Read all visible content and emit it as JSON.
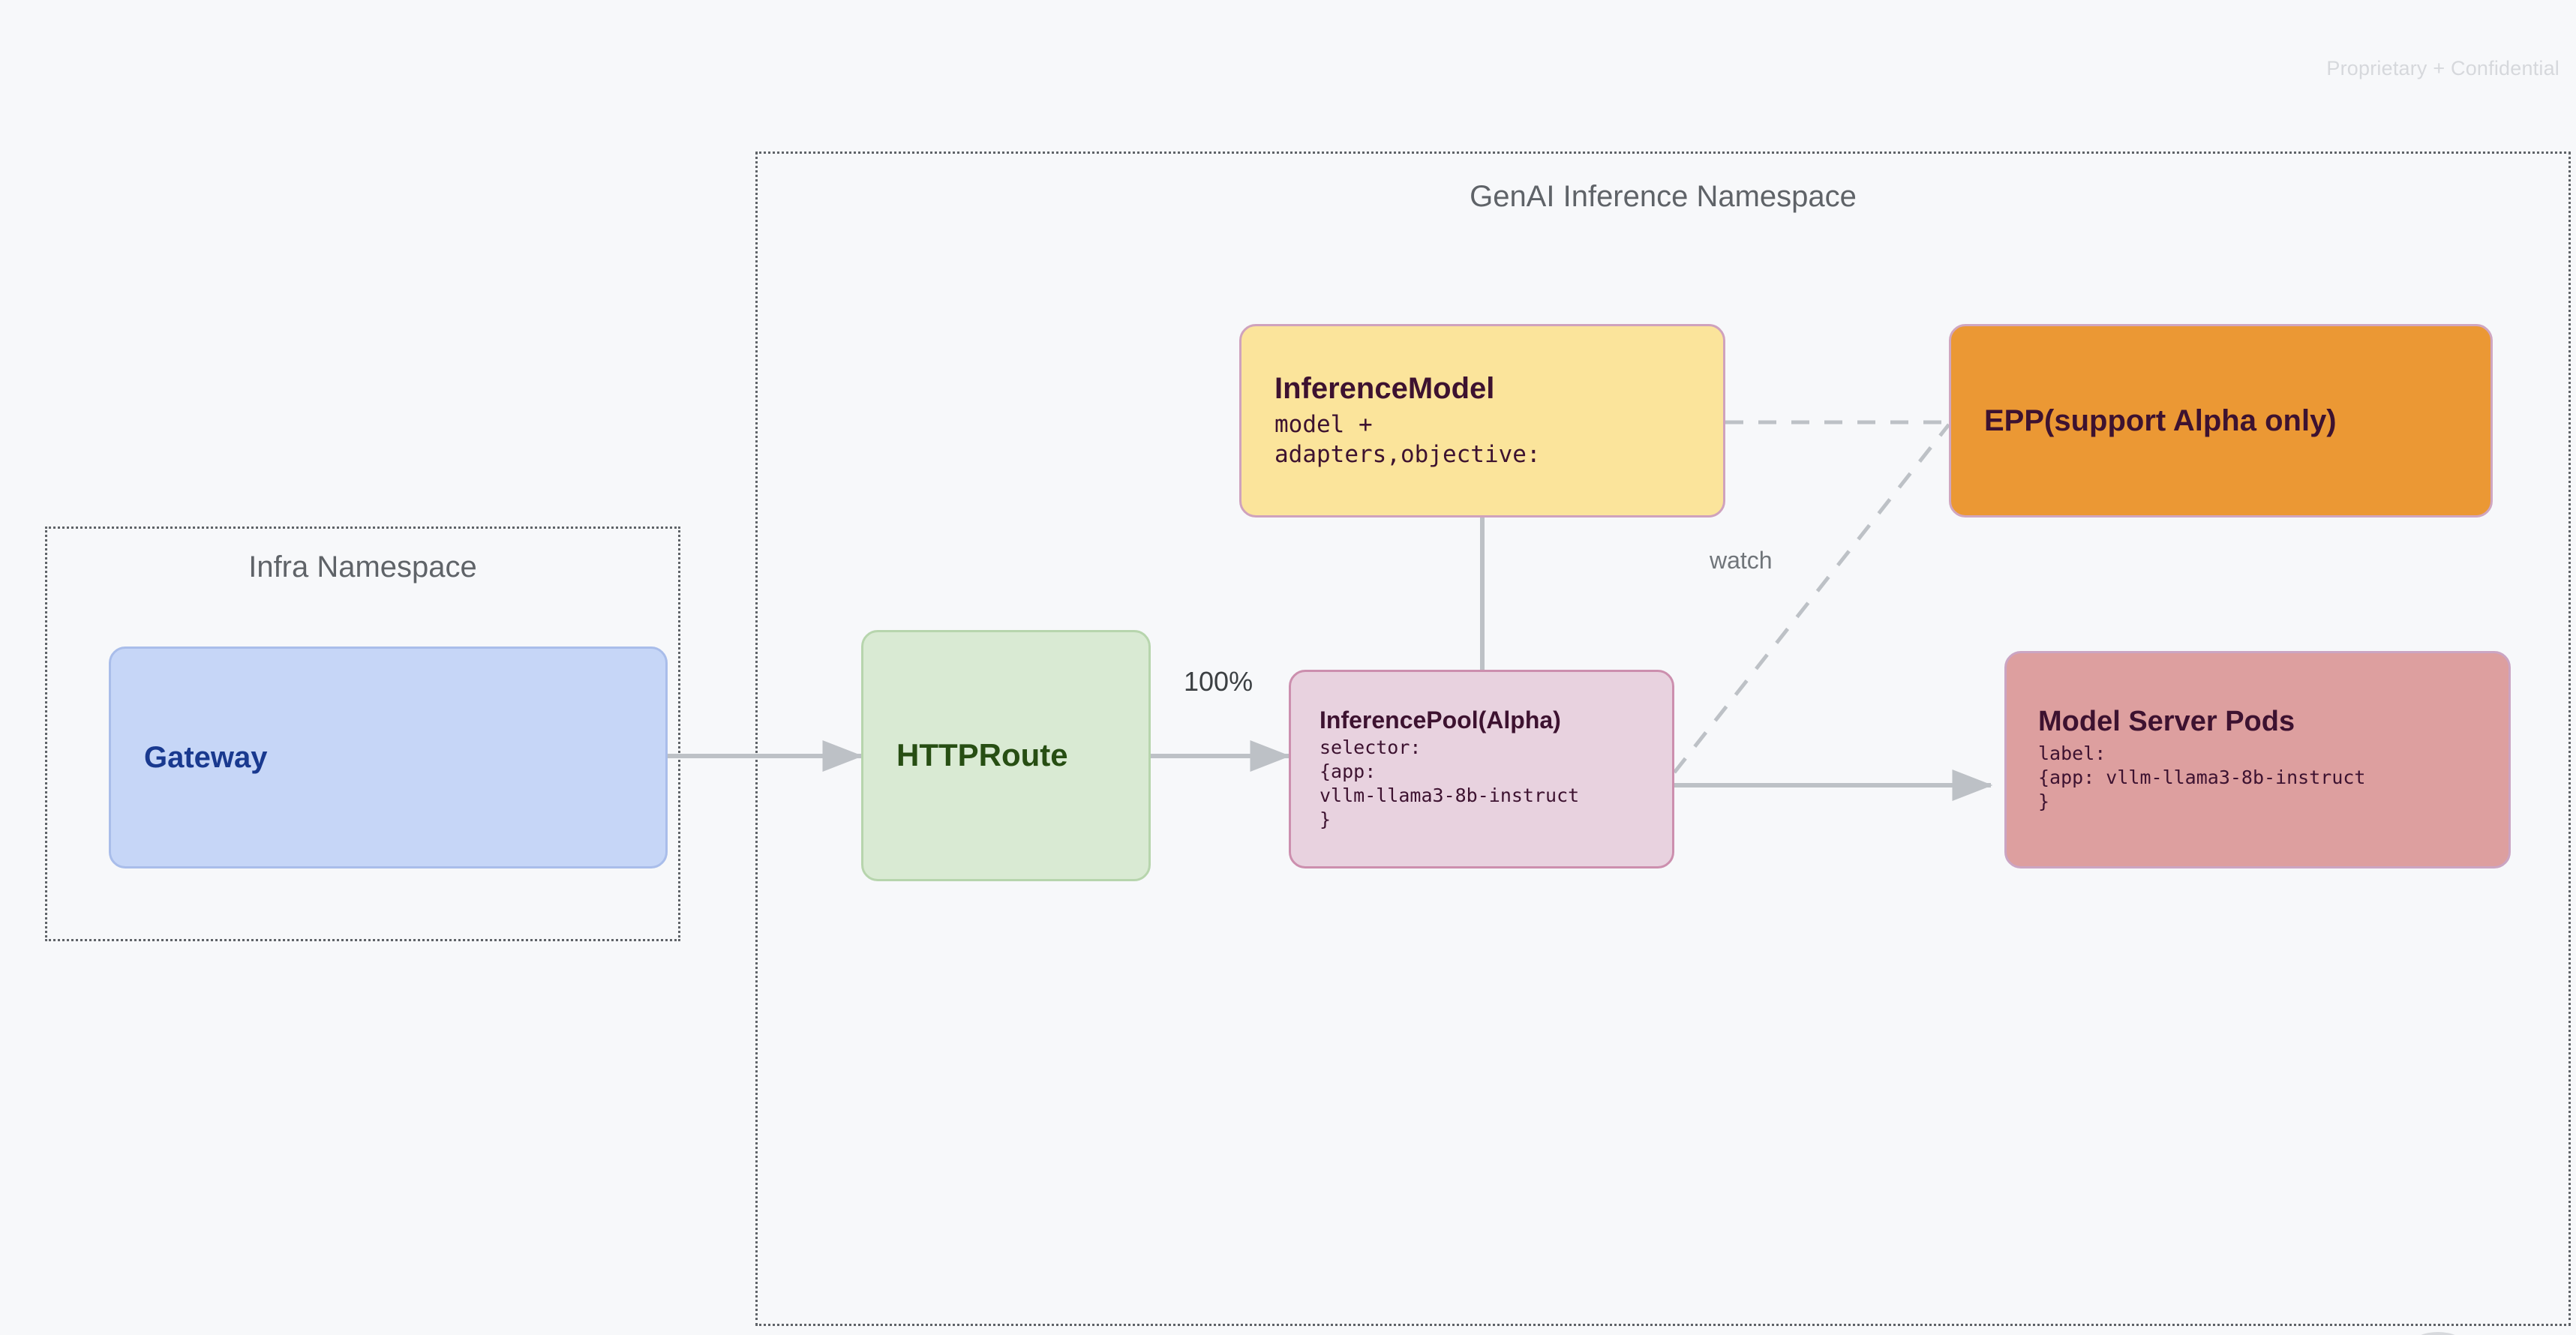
{
  "page": {
    "watermark": "Proprietary + Confidential",
    "background_color": "#f7f8fa"
  },
  "namespaces": [
    {
      "id": "infra",
      "title": "Infra Namespace",
      "border_style": "dotted",
      "border_color": "#5f6368"
    },
    {
      "id": "genai",
      "title": "GenAI Inference Namespace",
      "border_style": "dotted",
      "border_color": "#5f6368"
    }
  ],
  "nodes": {
    "gateway": {
      "title": "Gateway",
      "fill": "#c6d6f7",
      "stroke": "#a9bdea",
      "text_color": "#19398f"
    },
    "httproute": {
      "title": "HTTPRoute",
      "fill": "#d9ead3",
      "stroke": "#b7d5ad",
      "text_color": "#274e13"
    },
    "inferencemodel": {
      "title": "InferenceModel",
      "body_line1": "model +",
      "body_line2": "adapters,objective:",
      "fill": "#fbe49b",
      "stroke": "#cfa2bd",
      "text_color": "#3d1230"
    },
    "inferencepool": {
      "title": "InferencePool(Alpha)",
      "body_line1": "selector:",
      "body_line2": "{app:",
      "body_line3": "vllm-llama3-8b-instruct",
      "body_line4": "}",
      "fill": "#e8d2df",
      "stroke": "#cc8fae",
      "text_color": "#3d1230"
    },
    "epp": {
      "title": "EPP(support Alpha only)",
      "fill": "#eb9834",
      "stroke": "#d0a6c0",
      "text_color": "#3d1230"
    },
    "modelserverpods": {
      "title": "Model Server Pods",
      "body_line1": "label:",
      "body_line2": "{app: vllm-llama3-8b-instruct",
      "body_line3": "}",
      "fill": "#dd9f9f",
      "stroke": "#cba5c3",
      "text_color": "#3d1230"
    }
  },
  "edges": {
    "gateway_to_httproute": {
      "label": "",
      "style": "solid",
      "arrow": true
    },
    "httproute_to_inferencepool": {
      "label": "100%",
      "style": "solid",
      "arrow": true
    },
    "inferencemodel_to_inferencepool": {
      "label": "",
      "style": "solid",
      "arrow": false
    },
    "inferencemodel_to_epp": {
      "label": "",
      "style": "dashed",
      "arrow": false
    },
    "inferencepool_to_epp": {
      "label": "watch",
      "style": "dashed",
      "arrow": false
    },
    "inferencepool_to_modelserverpods": {
      "label": "",
      "style": "solid",
      "arrow": true
    }
  },
  "colors": {
    "connector": "#bdc1c6",
    "namespace_border": "#5f6368",
    "label_text": "#3c4043",
    "muted_text": "#70757a"
  }
}
